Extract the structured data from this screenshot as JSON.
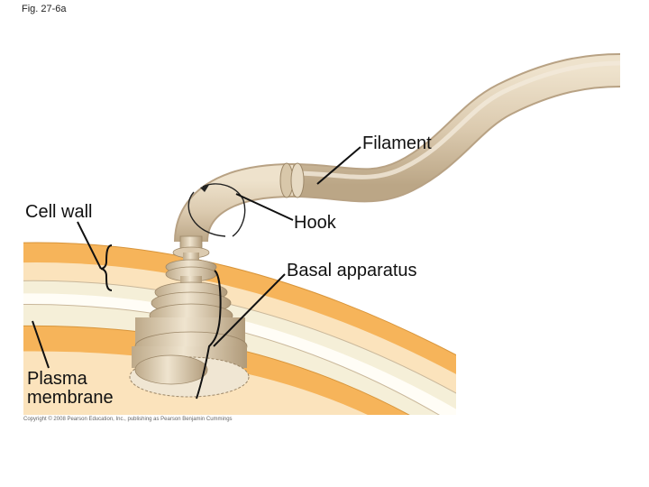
{
  "figure_label": "Fig. 27-6a",
  "labels": {
    "filament": "Filament",
    "hook": "Hook",
    "cell_wall": "Cell wall",
    "basal_apparatus": "Basal apparatus",
    "plasma_membrane_line1": "Plasma",
    "plasma_membrane_line2": "membrane"
  },
  "copyright": "Copyright © 2008 Pearson Education, Inc., publishing as Pearson Benjamin Cummings",
  "colors": {
    "cell_wall_orange": "#f6b45a",
    "membrane_cream": "#f5efd8",
    "flagellum_tan": "#dccbb0",
    "flagellum_shadow": "#b8a284"
  }
}
